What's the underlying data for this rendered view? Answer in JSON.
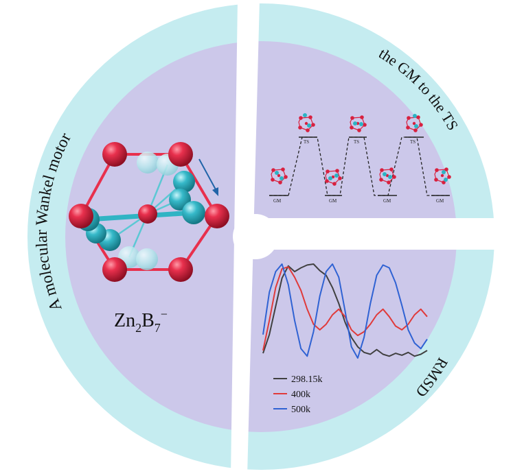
{
  "left_panel": {
    "arc_title": "A molecular Wankel motor",
    "formula_base": "Zn",
    "formula_sub1": "2",
    "formula_mid": "B",
    "formula_sub2": "7",
    "formula_charge": "−"
  },
  "top_right_panel": {
    "arc_title": "the GM to the TS",
    "ts_label": "TS",
    "gm_label": "GM"
  },
  "bottom_right_panel": {
    "arc_title": "RMSD",
    "legend": [
      "298.15k",
      "400k",
      "500k"
    ]
  },
  "colors": {
    "outer_ring": "#c5ecf0",
    "inner_disc": "#ccc8ea",
    "boron": "#d8203f",
    "zinc": "#2bb4c4",
    "arrow": "#2164a8",
    "series_298": "#404040",
    "series_400": "#e03a3a",
    "series_500": "#2f62d3"
  },
  "chart_data": {
    "type": "line",
    "title": "RMSD",
    "xlabel": "",
    "ylabel": "",
    "series": [
      {
        "name": "298.15k",
        "values": [
          0.05,
          0.25,
          0.55,
          0.85,
          0.98,
          0.92,
          0.96,
          0.99,
          1.0,
          0.93,
          0.88,
          0.75,
          0.58,
          0.38,
          0.22,
          0.12,
          0.06,
          0.04,
          0.09,
          0.04,
          0.02,
          0.05,
          0.03,
          0.06,
          0.02,
          0.04,
          0.08
        ]
      },
      {
        "name": "400k",
        "values": [
          0.08,
          0.4,
          0.75,
          0.95,
          0.97,
          0.86,
          0.72,
          0.52,
          0.36,
          0.3,
          0.36,
          0.46,
          0.52,
          0.44,
          0.3,
          0.24,
          0.28,
          0.36,
          0.46,
          0.52,
          0.44,
          0.34,
          0.3,
          0.36,
          0.46,
          0.52,
          0.44
        ]
      },
      {
        "name": "500k",
        "values": [
          0.25,
          0.7,
          0.92,
          1.0,
          0.78,
          0.4,
          0.1,
          0.02,
          0.28,
          0.66,
          0.92,
          1.0,
          0.86,
          0.5,
          0.12,
          0.0,
          0.22,
          0.58,
          0.88,
          0.99,
          0.96,
          0.8,
          0.56,
          0.3,
          0.16,
          0.1,
          0.2
        ]
      }
    ]
  }
}
